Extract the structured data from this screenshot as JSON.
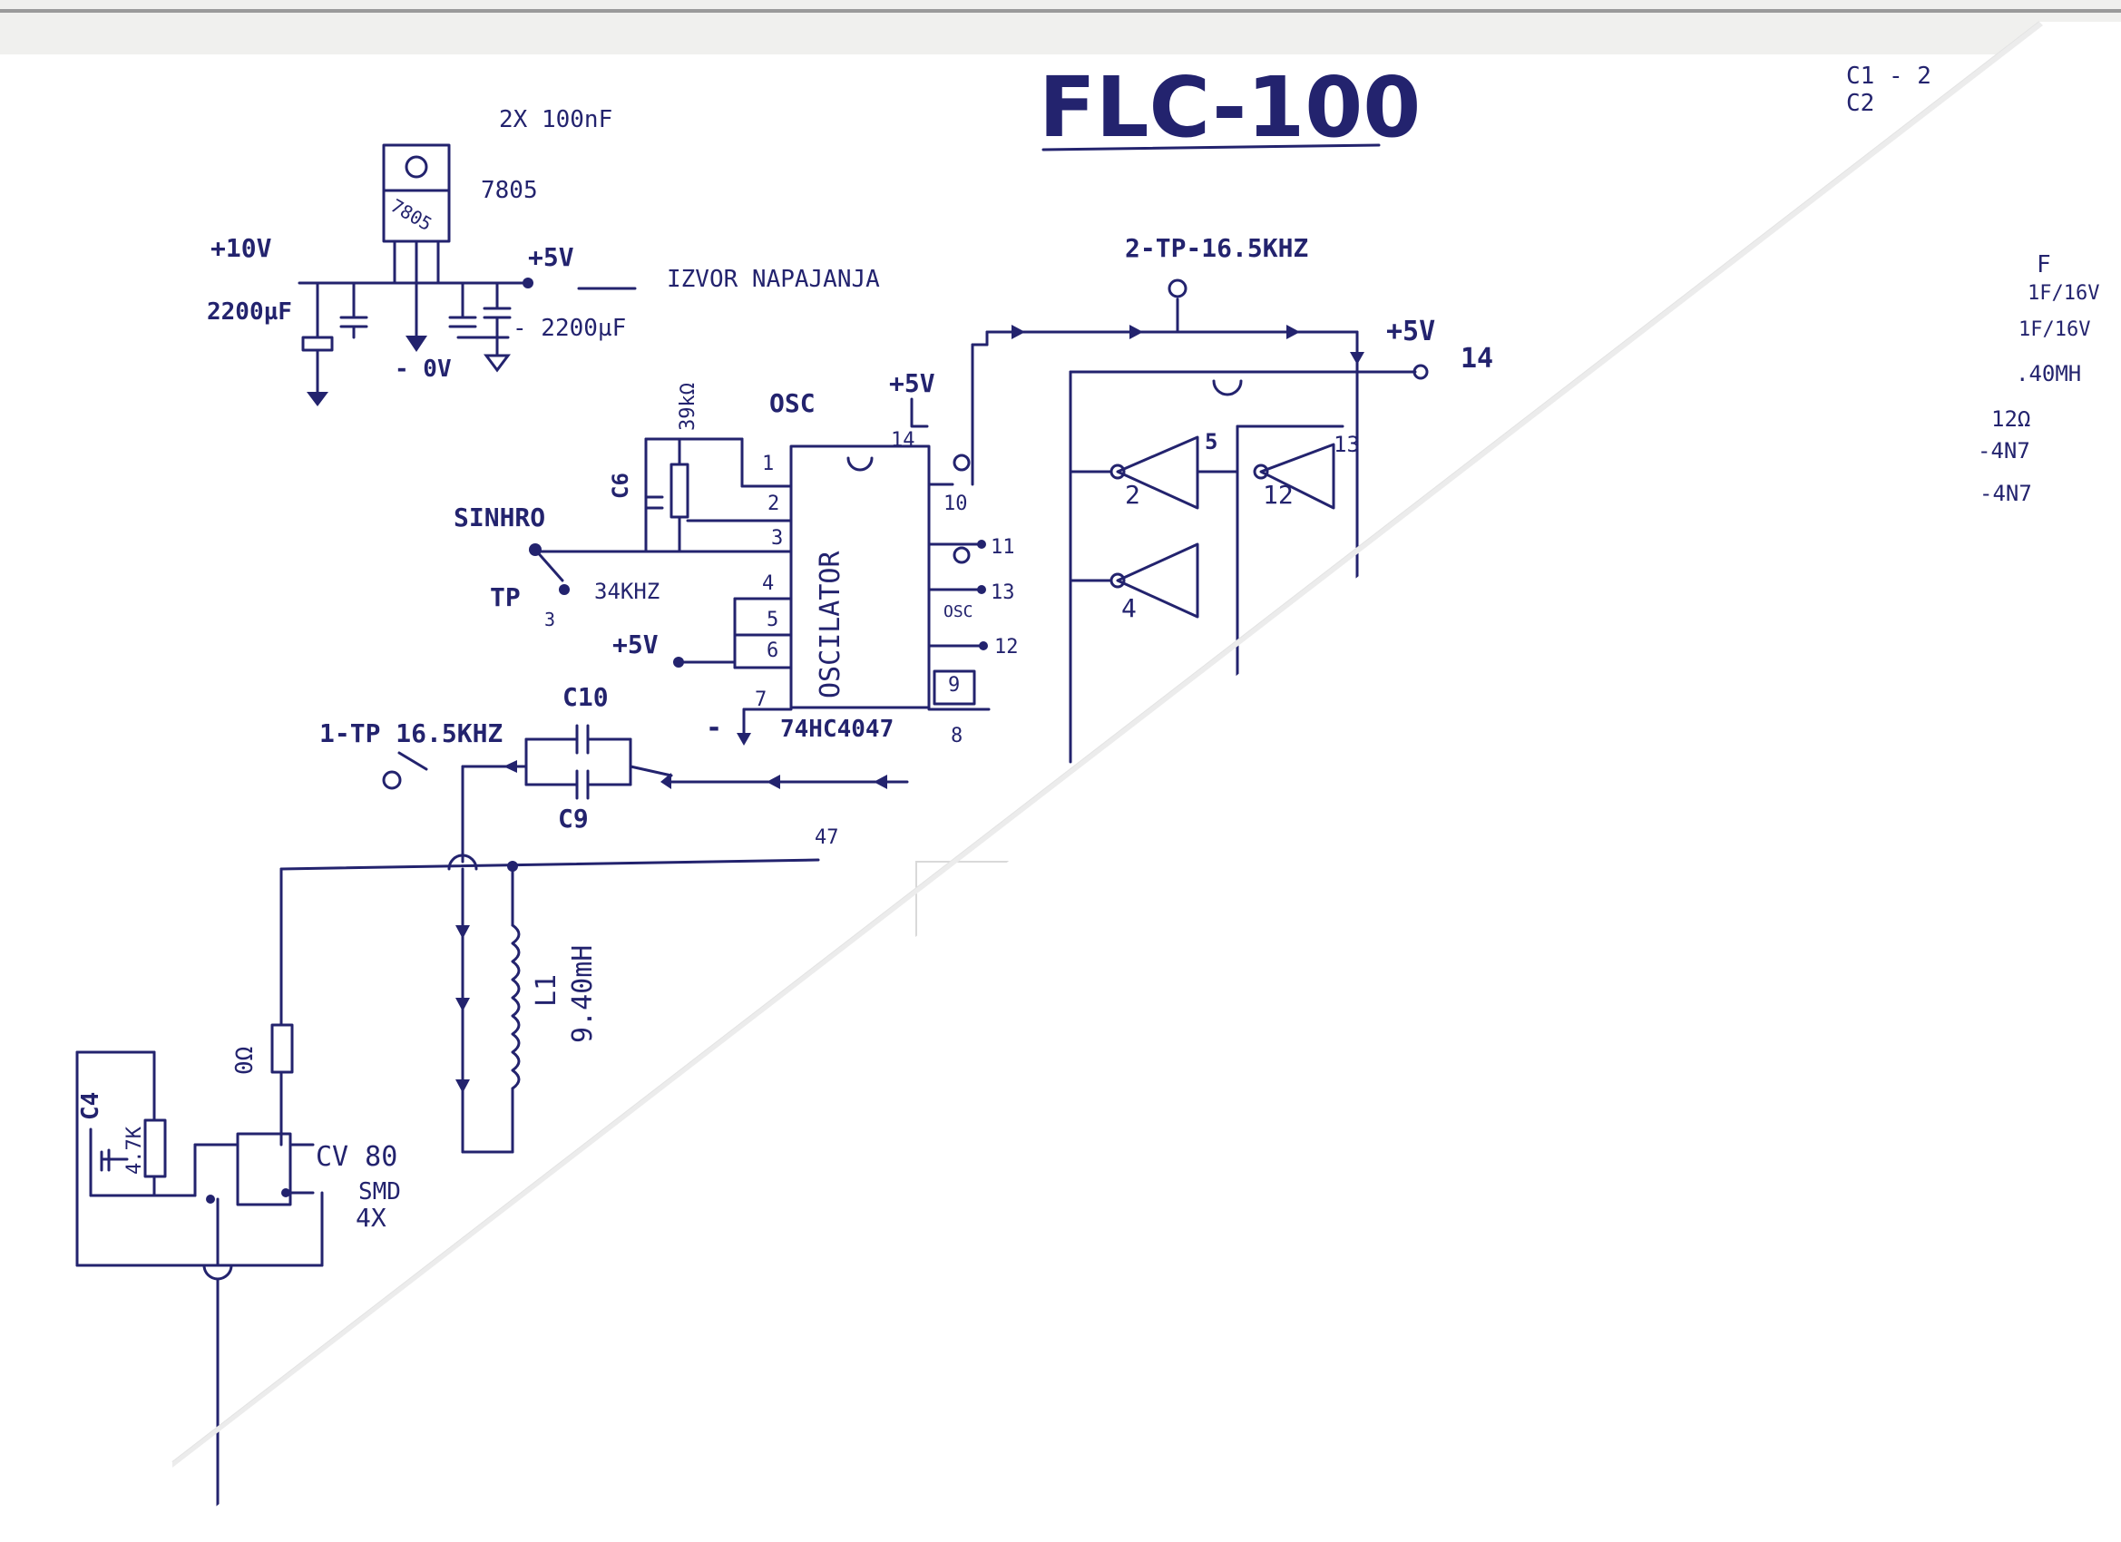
{
  "title": "FLC-100",
  "corner": {
    "c1": "C1 - 2",
    "c2": "C2"
  },
  "power": {
    "caps_note": "2X 100nF",
    "regulator": "7805",
    "regulator_body": "7805",
    "in_v": "+10V",
    "in_cap": "2200µF",
    "out_v": "+5V",
    "out_cap": "- 2200µF",
    "gnd": "- 0V",
    "source_label": "IZVOR NAPAJANJA"
  },
  "oscillator": {
    "header": "OSC",
    "body_label": "OSCILATOR",
    "chip": "74HC4047",
    "vcc": "+5V",
    "vcc2": "+5V",
    "resistor": "39kΩ",
    "cap": "C6",
    "sync": "SINHRO",
    "tp3": "TP",
    "tp3_sub": "3",
    "tp3_freq": "34KHZ",
    "osc_small": "OSC",
    "gnd_minus": "-",
    "pins_left": [
      "1",
      "2",
      "3",
      "4",
      "5",
      "6",
      "7"
    ],
    "pins_right": [
      "14",
      "10",
      "11",
      "13",
      "12",
      "9",
      "8"
    ]
  },
  "outputs": {
    "tp2": "2-TP-16.5KHZ",
    "tp1": "1-TP 16.5KHZ",
    "vcc": "+5V",
    "pin14": "14",
    "c10": "C10",
    "c9": "C9",
    "gates": [
      "2",
      "12",
      "4"
    ],
    "gate_pins": [
      "5",
      "13"
    ],
    "partial_r": "47"
  },
  "coil": {
    "l1": "L1",
    "l1_val": "9.40mH"
  },
  "driver": {
    "r0": "0Ω",
    "c4": "C4",
    "r47k": "4.7K",
    "mosfet": "CV 80",
    "smd": "SMD",
    "x4": "4X"
  },
  "right_notes": [
    "F",
    "1F/16V",
    "1F/16V",
    ".40MH",
    "12Ω",
    "-4N7",
    "-4N7"
  ]
}
